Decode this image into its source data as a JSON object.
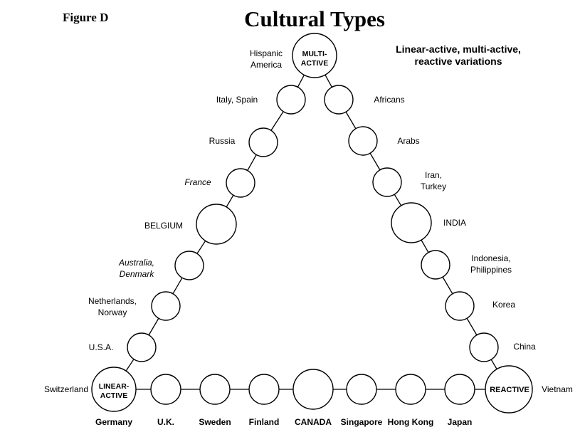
{
  "figure_label": "Figure D",
  "title": "Cultural Types",
  "subtitle_lines": [
    "Linear-active, multi-active,",
    "reactive variations"
  ],
  "corners": {
    "multi": [
      "MULTI-",
      "ACTIVE"
    ],
    "linear": [
      "LINEAR-",
      "ACTIVE"
    ],
    "reactive": [
      "REACTIVE"
    ]
  },
  "labels": {
    "hispanic": [
      "Hispanic",
      "America"
    ],
    "italy": [
      "Italy, Spain"
    ],
    "russia": [
      "Russia"
    ],
    "france": [
      "France"
    ],
    "belgium": [
      "BELGIUM"
    ],
    "australia": [
      "Australia,",
      "Denmark"
    ],
    "netherlands": [
      "Netherlands,",
      "Norway"
    ],
    "usa": [
      "U.S.A."
    ],
    "switzerland": [
      "Switzerland"
    ],
    "africans": [
      "Africans"
    ],
    "arabs": [
      "Arabs"
    ],
    "iran": [
      "Iran,",
      "Turkey"
    ],
    "india": [
      "INDIA"
    ],
    "indonesia": [
      "Indonesia,",
      "Philippines"
    ],
    "korea": [
      "Korea"
    ],
    "china": [
      "China"
    ],
    "vietnam": [
      "Vietnam"
    ],
    "germany": [
      "Germany"
    ],
    "uk": [
      "U.K."
    ],
    "sweden": [
      "Sweden"
    ],
    "finland": [
      "Finland"
    ],
    "canada": [
      "CANADA"
    ],
    "singapore": [
      "Singapore"
    ],
    "hongkong": [
      "Hong Kong"
    ],
    "japan": [
      "Japan"
    ]
  }
}
